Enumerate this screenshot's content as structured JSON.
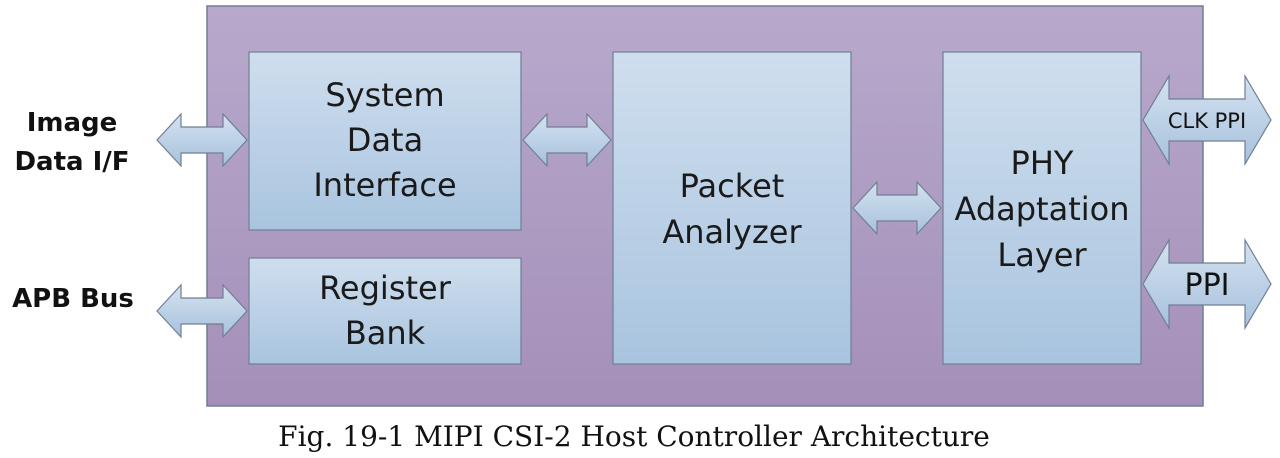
{
  "colors": {
    "container_fill_top": "#b8a9cc",
    "container_fill_bottom": "#a48fb9",
    "block_fill_top": "#cfdeee",
    "block_fill_bottom": "#a9c4df",
    "arrow_fill_top": "#d4e2f0",
    "arrow_fill_bottom": "#a7c1dc",
    "stroke": "#6f7f94"
  },
  "blocks": {
    "system_data_interface": [
      "System",
      "Data",
      "Interface"
    ],
    "register_bank": [
      "Register",
      "Bank"
    ],
    "packet_analyzer": [
      "Packet",
      "Analyzer"
    ],
    "phy_adaptation_layer": [
      "PHY",
      "Adaptation",
      "Layer"
    ]
  },
  "external": {
    "image_data_if": [
      "Image",
      "Data I/F"
    ],
    "apb_bus": [
      "APB Bus"
    ]
  },
  "arrows": {
    "clk_ppi": "CLK PPI",
    "ppi": "PPI"
  },
  "caption": "Fig. 19-1 MIPI CSI-2 Host Controller Architecture"
}
